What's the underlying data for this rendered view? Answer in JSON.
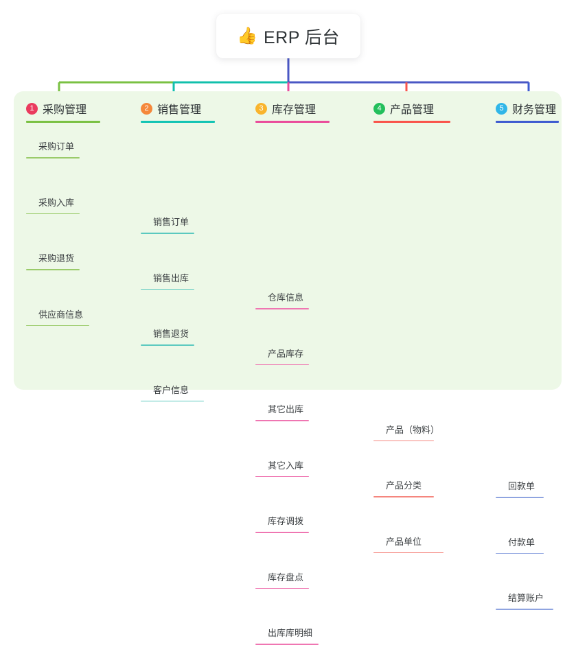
{
  "root": {
    "icon": "thumbs-up-icon",
    "emoji": "👍",
    "title": "ERP 后台"
  },
  "palette": {
    "panel_bg": "#edf8e7",
    "page_bg": "#ffffff",
    "trunk": "#4a57c4",
    "text": "#2f3437"
  },
  "connector": {
    "segments": [
      {
        "name": "segment-green",
        "color": "#7ac143"
      },
      {
        "name": "segment-teal",
        "color": "#14c0ac"
      },
      {
        "name": "segment-blue",
        "color": "#4a57c4"
      }
    ]
  },
  "columns": [
    {
      "index": "1",
      "title": "采购管理",
      "badge_color": "#ea3b5e",
      "rule_color": "#7ac143",
      "leaf_color": "#9acb6a",
      "stub_color": "#7ac143",
      "items": [
        {
          "label": "采购订单"
        },
        {
          "label": "采购入库"
        },
        {
          "label": "采购退货"
        },
        {
          "label": "供应商信息"
        }
      ]
    },
    {
      "index": "2",
      "title": "销售管理",
      "badge_color": "#f5883b",
      "rule_color": "#12c4b4",
      "leaf_color": "#5bc9bf",
      "stub_color": "#12c4b4",
      "items": [
        {
          "label": "销售订单"
        },
        {
          "label": "销售出库"
        },
        {
          "label": "销售退货"
        },
        {
          "label": "客户信息"
        }
      ]
    },
    {
      "index": "3",
      "title": "库存管理",
      "badge_color": "#f9b42d",
      "rule_color": "#ea4c9b",
      "leaf_color": "#ef76b2",
      "stub_color": "#ea4c9b",
      "items": [
        {
          "label": "仓库信息"
        },
        {
          "label": "产品库存"
        },
        {
          "label": "其它出库"
        },
        {
          "label": "其它入库"
        },
        {
          "label": "库存调拨"
        },
        {
          "label": "库存盘点"
        },
        {
          "label": "出库库明细"
        }
      ]
    },
    {
      "index": "4",
      "title": "产品管理",
      "badge_color": "#23bf5c",
      "rule_color": "#f9544b",
      "leaf_color": "#f5867e",
      "stub_color": "#f9544b",
      "items": [
        {
          "label": "产品（物料）"
        },
        {
          "label": "产品分类"
        },
        {
          "label": "产品单位"
        }
      ]
    },
    {
      "index": "5",
      "title": "财务管理",
      "badge_color": "#30b6e8",
      "rule_color": "#3e5bd0",
      "leaf_color": "#8fa4e0",
      "stub_color": "#3e5bd0",
      "items": [
        {
          "label": "回款单"
        },
        {
          "label": "付款单"
        },
        {
          "label": "结算账户"
        }
      ]
    }
  ]
}
